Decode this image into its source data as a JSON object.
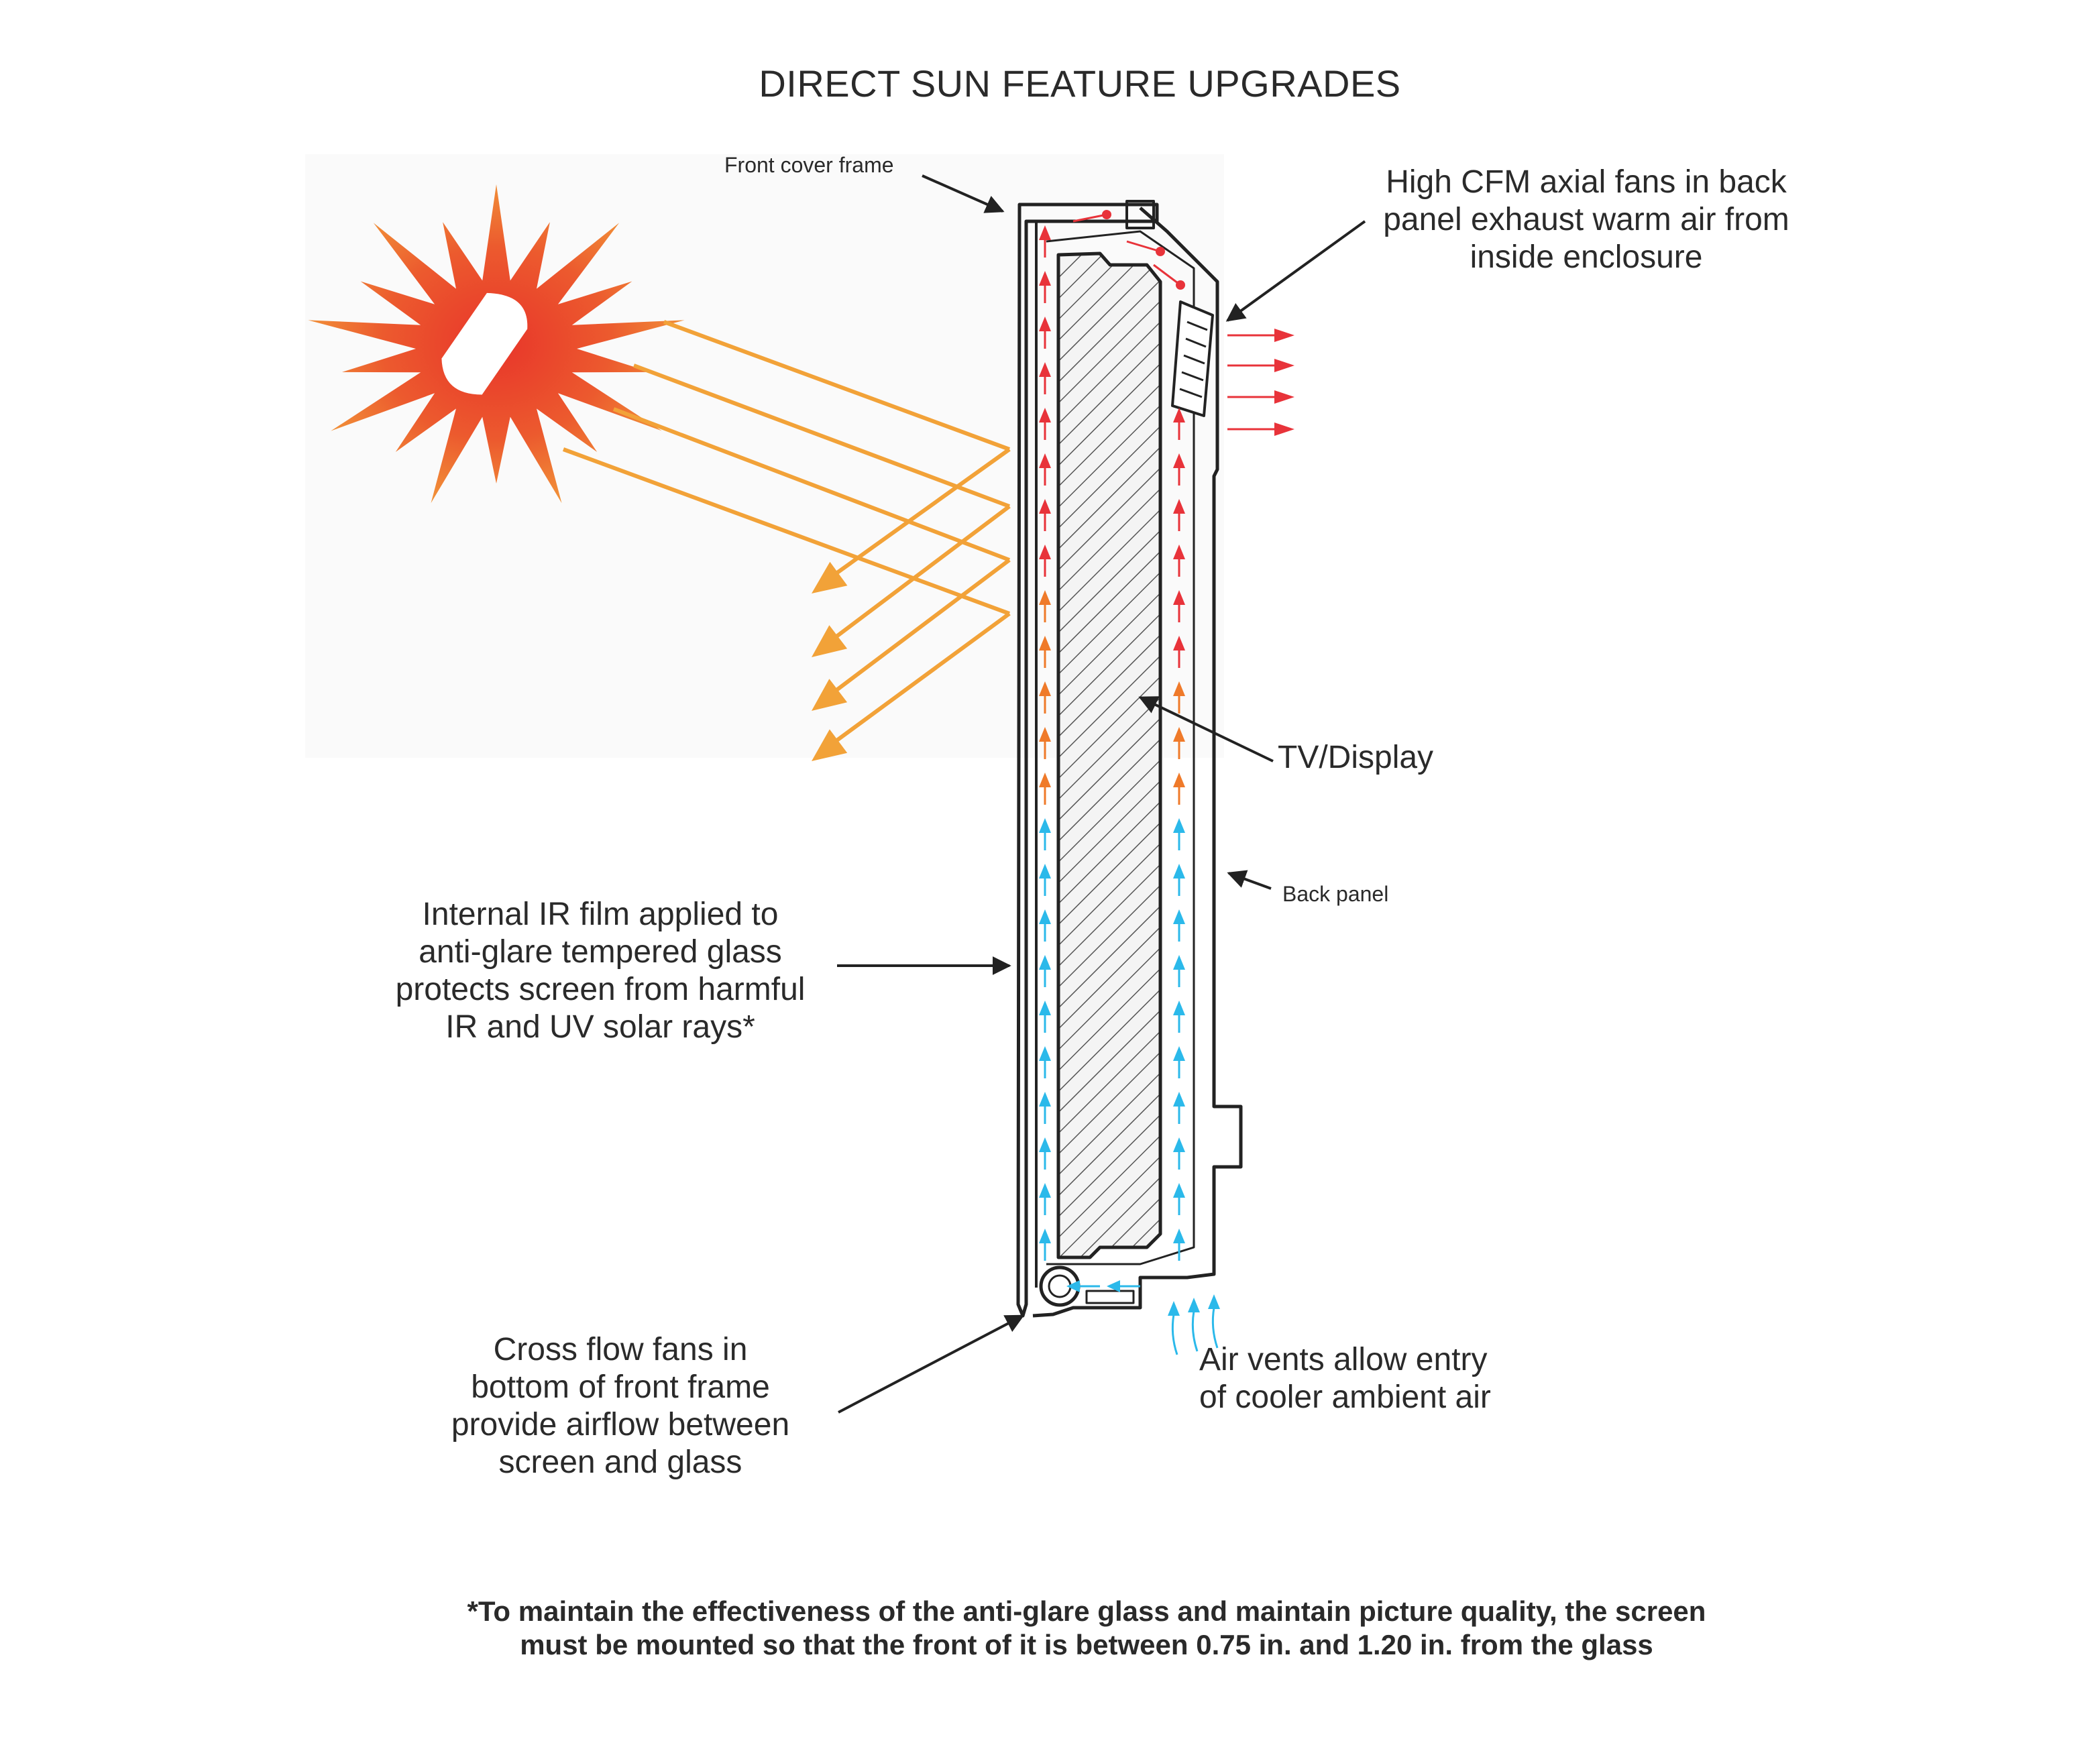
{
  "title": "DIRECT SUN FEATURE UPGRADES",
  "labels": {
    "front_cover_frame": "Front cover frame",
    "axial_fans": [
      "High CFM axial fans in back",
      "panel exhaust warm air from",
      "inside enclosure"
    ],
    "tv_display": "TV/Display",
    "back_panel": "Back panel",
    "ir_film": [
      "Internal IR film applied to",
      "anti-glare tempered glass",
      "protects screen from harmful",
      "IR and UV solar rays*"
    ],
    "cross_flow": [
      "Cross flow fans in",
      "bottom of front frame",
      "provide airflow between",
      "screen and glass"
    ],
    "air_vents": [
      "Air vents allow entry",
      "of cooler ambient air"
    ]
  },
  "footnote": [
    "*To maintain the effectiveness of the anti-glare glass and maintain picture quality, the screen",
    "must be mounted so that the front of it is between 0.75  in. and  1.20 in. from the glass"
  ],
  "colors": {
    "sun_outer": "#f29a3a",
    "sun_inner": "#e8352a",
    "ray": "#f2a238",
    "hot_arrow": "#e8333a",
    "warm_arrow": "#ef7a2a",
    "cool_arrow": "#2bb9ea",
    "line": "#222222"
  },
  "icons": [
    "sun-icon",
    "cross-flow-fan-icon",
    "axial-fan-icon"
  ]
}
